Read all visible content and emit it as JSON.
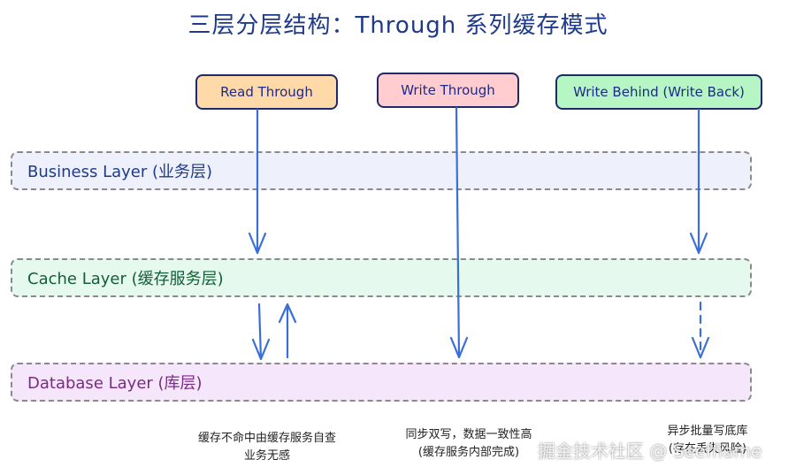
{
  "title": "三层分层结构：Through 系列缓存模式",
  "strategies": {
    "read_through": "Read Through",
    "write_through": "Write Through",
    "write_behind": "Write Behind (Write Back)"
  },
  "layers": {
    "business": "Business Layer (业务层)",
    "cache": "Cache Layer (缓存服务层)",
    "database": "Database Layer (库层)"
  },
  "notes": {
    "read_through": [
      "缓存不命中由缓存服务自查",
      "业务无感"
    ],
    "write_through": [
      "同步双写，数据一致性高",
      "(缓存服务内部完成)"
    ],
    "write_behind": [
      "异步批量写底库",
      "(存在丢失风险)"
    ]
  },
  "watermark": "掘金技术社区 @ Seeffiame",
  "colors": {
    "arrow": "#3b6fd8",
    "read_box": "#ffd9a8",
    "write_through_box": "#ffcdd0",
    "write_behind_box": "#b6f5c4"
  }
}
